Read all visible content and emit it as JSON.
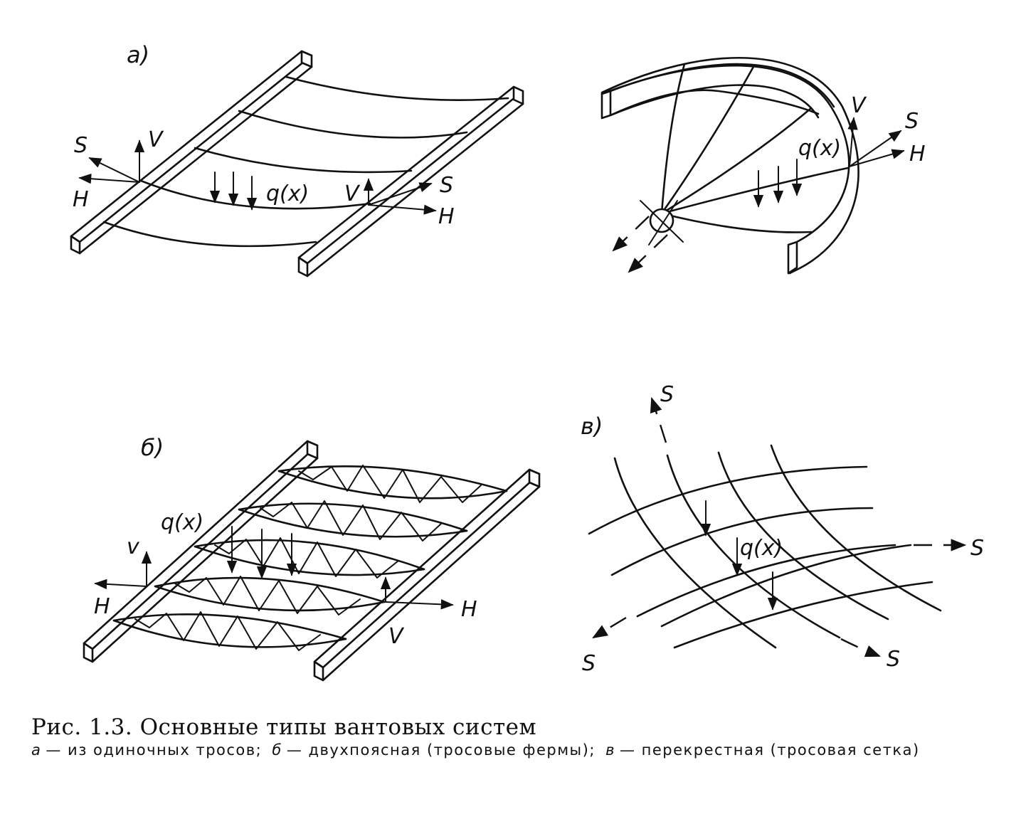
{
  "panels": {
    "a": {
      "label": "a)"
    },
    "b": {
      "label": "б)"
    },
    "v": {
      "label": "в)"
    }
  },
  "labels": {
    "S": "S",
    "H": "H",
    "V": "V",
    "v_small": "v",
    "load": "q(x)"
  },
  "caption": {
    "title": "Рис. 1.3. Основные типы вантовых систем",
    "part_a_letter": "а",
    "part_a_text": "— из одиночных тросов;",
    "part_b_letter": "б",
    "part_b_text": "— двухпоясная (тросовые фермы);",
    "part_v_letter": "в",
    "part_v_text": "— перекрестная (тросовая сетка)"
  }
}
